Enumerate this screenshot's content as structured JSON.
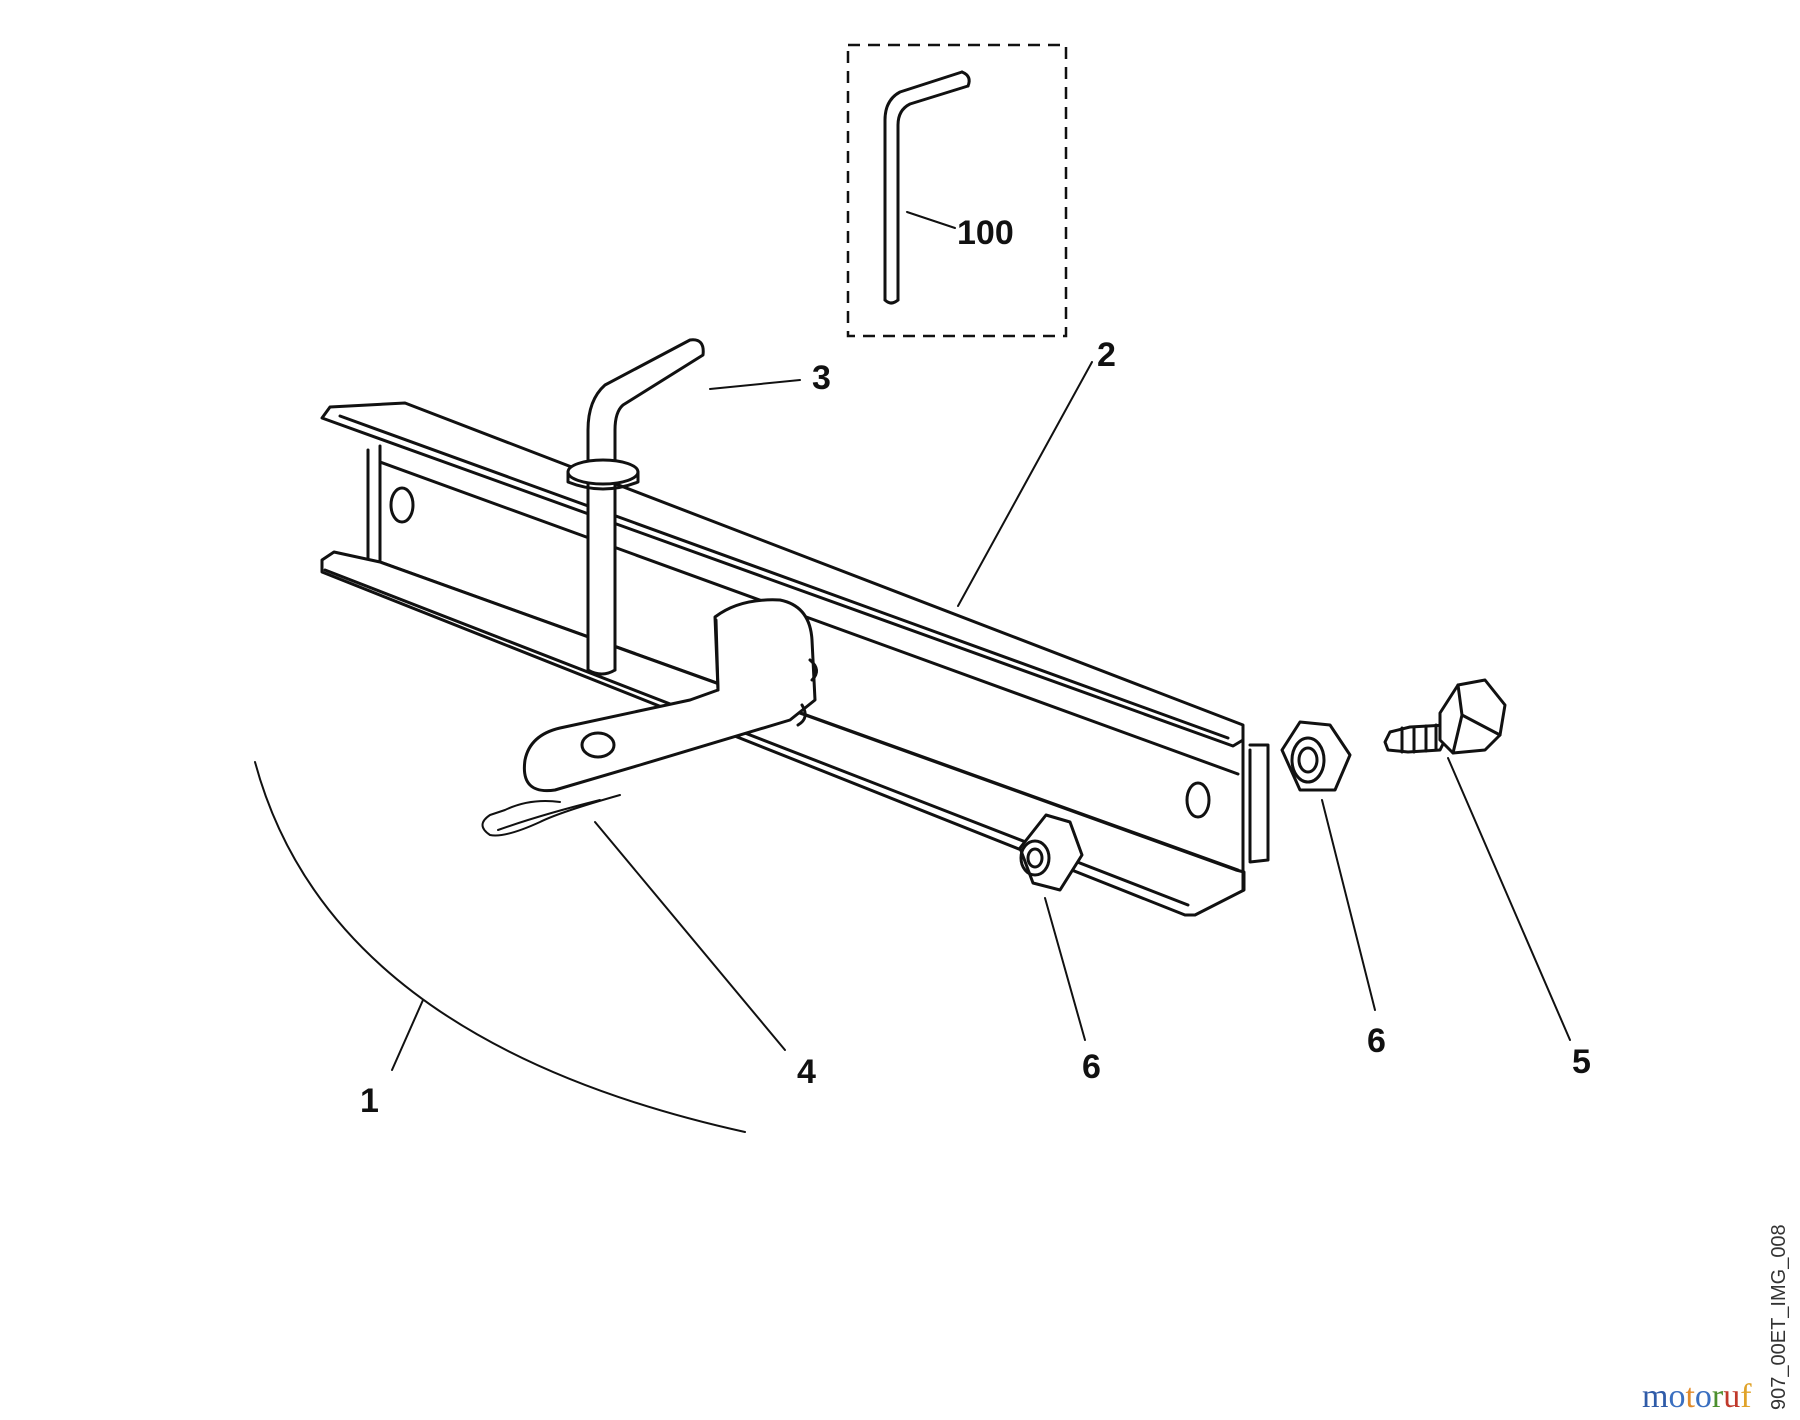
{
  "callouts": {
    "c1": "1",
    "c2": "2",
    "c3": "3",
    "c4": "4",
    "c5": "5",
    "c6a": "6",
    "c6b": "6",
    "c100": "100"
  },
  "image_code": "907_00ET_IMG_008",
  "watermark": {
    "text": "motoruf",
    "letters": [
      "m",
      "o",
      "t",
      "o",
      "r",
      "u",
      "f"
    ]
  },
  "colors": {
    "line": "#111111",
    "background": "#ffffff"
  }
}
